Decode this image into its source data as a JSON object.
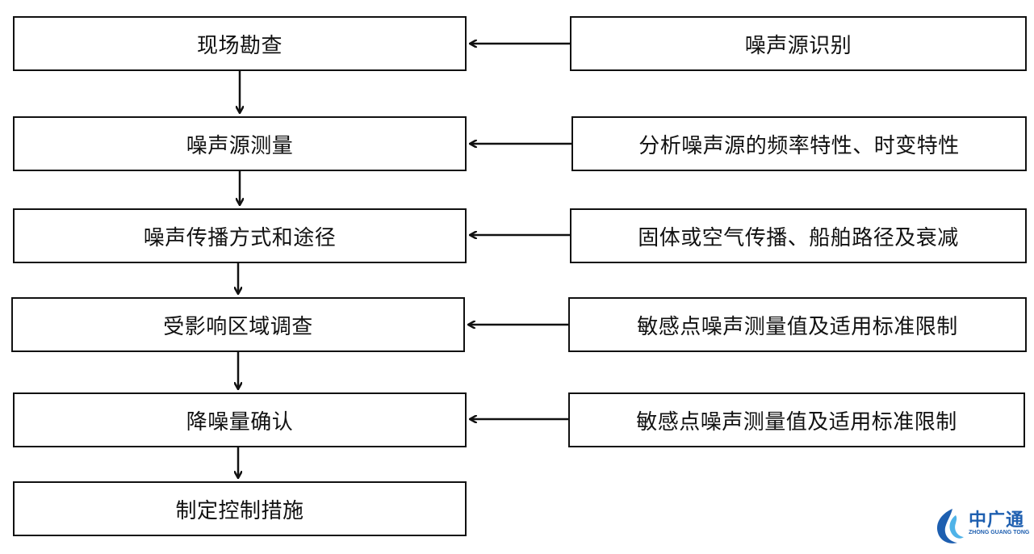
{
  "flow": {
    "left": [
      "现场勘查",
      "噪声源测量",
      "噪声传播方式和途径",
      "受影响区域调查",
      "降噪量确认",
      "制定控制措施"
    ],
    "right": [
      "噪声源识别",
      "分析噪声源的频率特性、时变特性",
      "固体或空气传播、船舶路径及衰减",
      "敏感点噪声测量值及适用标准限制",
      "敏感点噪声测量值及适用标准限制"
    ]
  },
  "logo": {
    "name_cn": "中广通",
    "name_en": "ZHONG GUANG TONG",
    "color": "#1e5fb0",
    "accent": "#4fb3e8"
  },
  "colors": {
    "stroke": "#111111",
    "background": "#ffffff"
  }
}
